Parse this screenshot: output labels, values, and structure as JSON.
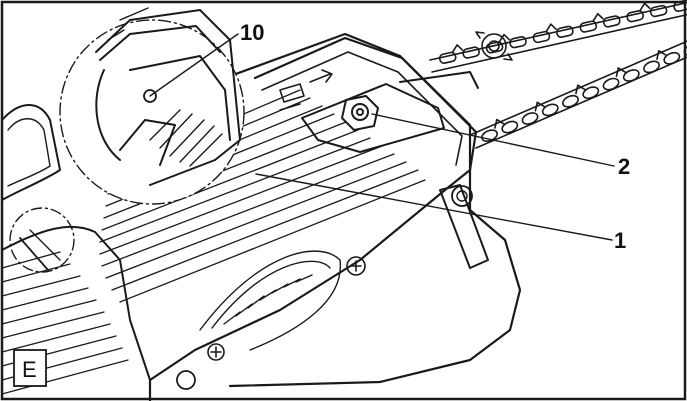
{
  "figure": {
    "panel_letter": "E",
    "callouts": [
      {
        "label": "10",
        "part": "chain-tensioner"
      },
      {
        "label": "2",
        "part": "bar-nut"
      },
      {
        "label": "1",
        "part": "side-cover"
      }
    ],
    "colors": {
      "line": "#1a1a1a",
      "background": "#ffffff"
    }
  }
}
